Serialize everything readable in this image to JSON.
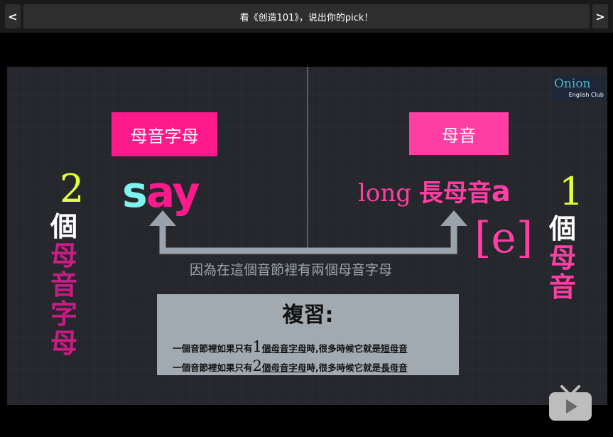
{
  "nav": {
    "prev_symbol": "<",
    "next_symbol": ">"
  },
  "title": "看《创造101》，说出你的pick！",
  "logo": {
    "main": "Onion",
    "sub": "English Club"
  },
  "left": {
    "box_label": "母音字母",
    "number": "2",
    "vertical_chars": [
      "個",
      "母",
      "音",
      "字",
      "母"
    ],
    "word_s": "s",
    "word_ay": "ay"
  },
  "right": {
    "box_label": "母音",
    "number": "1",
    "vertical_chars": [
      "個",
      "母",
      "音"
    ],
    "long_word": "long",
    "long_cn": "長母音",
    "long_letter": "a",
    "ipa": "[e]"
  },
  "reason": "因為在這個音節裡有兩個母音字母",
  "review": {
    "title": "複習:",
    "line1": {
      "pre": "一個音節裡如果只有",
      "num": "1",
      "underlined1": "個母音字母",
      "mid": "時,很多時候它就是",
      "underlined2": "短母音"
    },
    "line2": {
      "pre": "一個音節裡如果只有",
      "num": "2",
      "underlined1": "個母音字母",
      "mid": "時,很多時候它就是",
      "underlined2": "長母音"
    }
  },
  "colors": {
    "accent_pink": "#ff1a8c",
    "number_yellow": "#e5ff3a",
    "cyan": "#7ff4ef",
    "slide_bg": "#24252a"
  },
  "icons": {
    "play": "tv-play-icon"
  }
}
